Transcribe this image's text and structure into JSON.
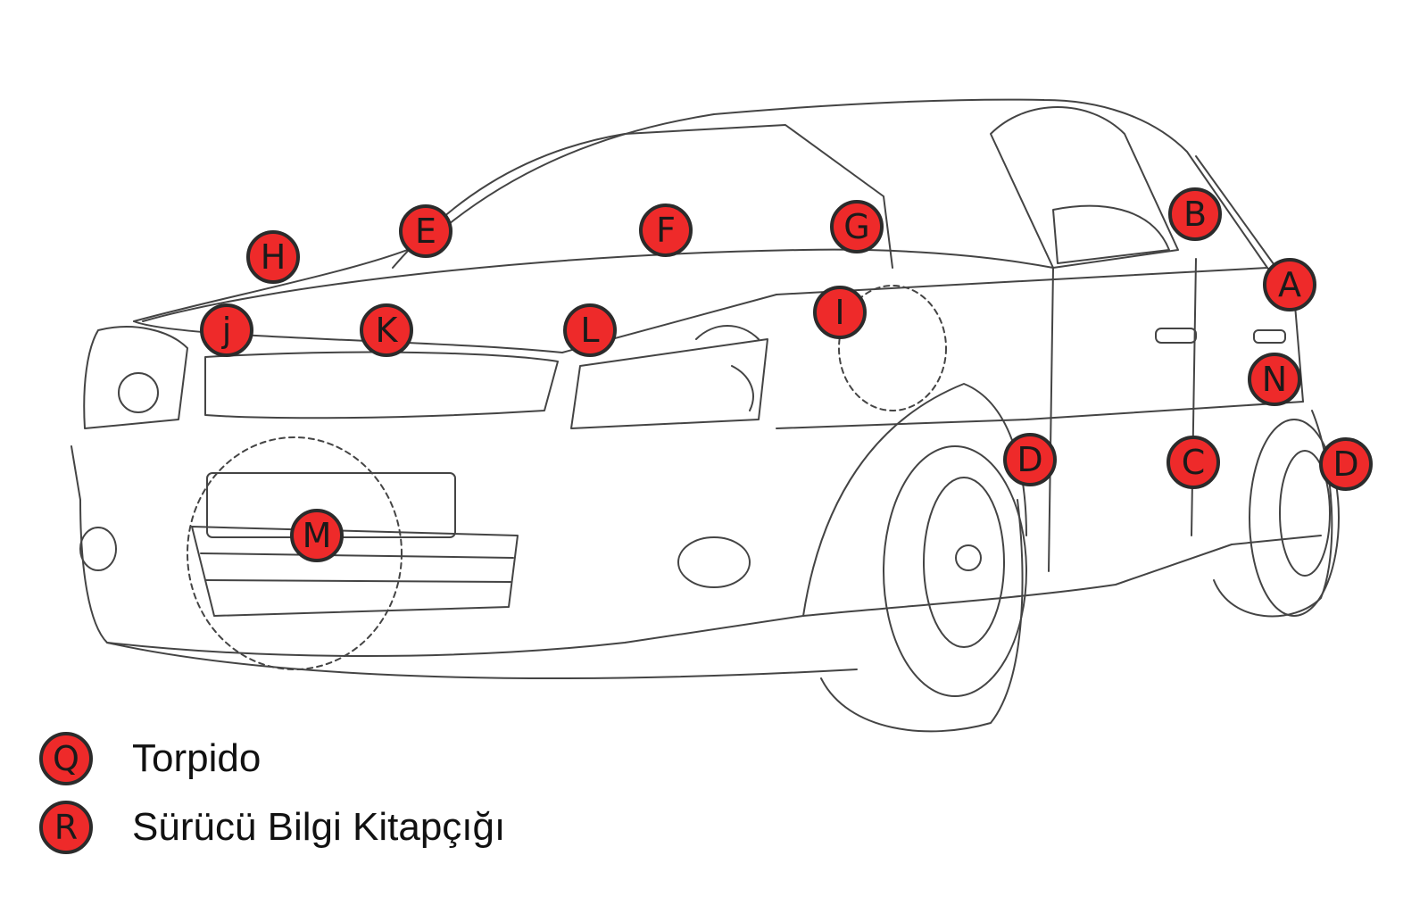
{
  "colors": {
    "marker_fill": "#ee2a2a",
    "marker_border": "#2b2b2b",
    "line": "#444444"
  },
  "markers": [
    {
      "label": "H"
    },
    {
      "label": "E"
    },
    {
      "label": "F"
    },
    {
      "label": "G"
    },
    {
      "label": "B"
    },
    {
      "label": "A"
    },
    {
      "label": "j"
    },
    {
      "label": "K"
    },
    {
      "label": "L"
    },
    {
      "label": "I"
    },
    {
      "label": "N"
    },
    {
      "label": "D"
    },
    {
      "label": "C"
    },
    {
      "label": "D"
    },
    {
      "label": "M"
    }
  ],
  "legend": [
    {
      "label": "Q",
      "text": "Torpido"
    },
    {
      "label": "R",
      "text": "Sürücü Bilgi Kitapçığı"
    }
  ]
}
